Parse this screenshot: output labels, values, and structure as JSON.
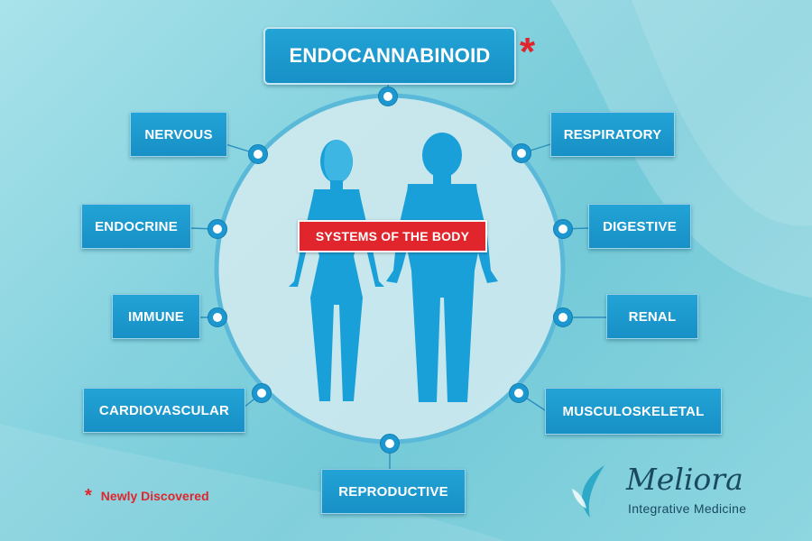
{
  "diagram": {
    "top_system": "ENDOCANNABINOID",
    "center_label": "SYSTEMS OF THE BODY",
    "left_systems": [
      "NERVOUS",
      "ENDOCRINE",
      "IMMUNE",
      "CARDIOVASCULAR"
    ],
    "right_systems": [
      "RESPIRATORY",
      "DIGESTIVE",
      "RENAL",
      "MUSCULOSKELETAL"
    ],
    "bottom_system": "REPRODUCTIVE",
    "asterisk": "*",
    "legend": {
      "symbol": "*",
      "text": "Newly Discovered"
    }
  },
  "brand": {
    "name": "Meliora",
    "tagline": "Integrative Medicine"
  },
  "colors": {
    "box_blue": "#1c97cf",
    "accent_red": "#e0262c",
    "circle_fill": "#cfe9ef",
    "silhouette": "#1aa0d8"
  }
}
